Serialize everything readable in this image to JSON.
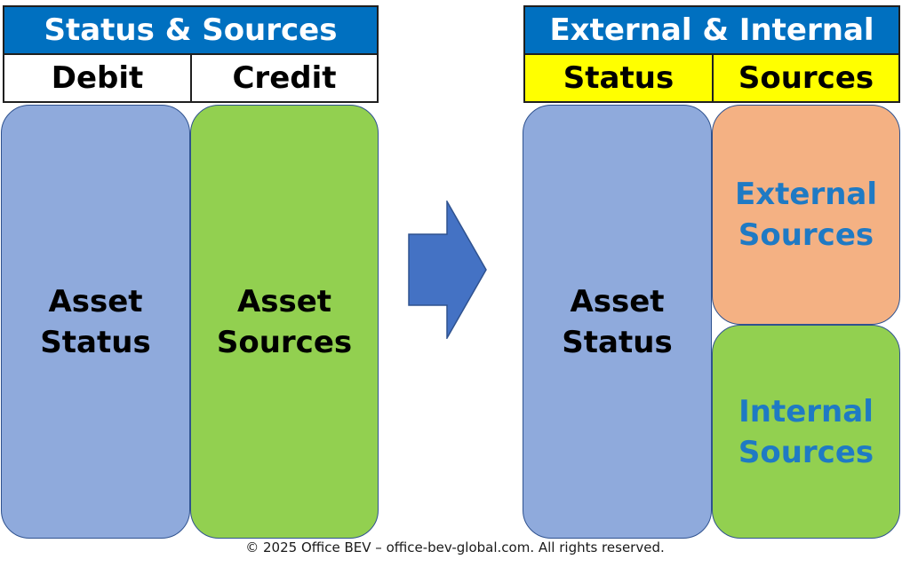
{
  "left_panel": {
    "title": "Status & Sources",
    "debit_label": "Debit",
    "credit_label": "Credit",
    "asset_status": [
      "Asset",
      "Status"
    ],
    "asset_sources": [
      "Asset",
      "Sources"
    ]
  },
  "right_panel": {
    "title": "External & Internal",
    "status_label": "Status",
    "sources_label": "Sources",
    "asset_status": [
      "Asset",
      "Status"
    ],
    "external_sources": [
      "External",
      "Sources"
    ],
    "internal_sources": [
      "Internal",
      "Sources"
    ]
  },
  "arrow": {
    "icon": "right-arrow-icon",
    "color": "#4472c4"
  },
  "colors": {
    "header_blue": "#0070c0",
    "header_yellow": "#ffff00",
    "status_block": "#8faadc",
    "green_block": "#92d050",
    "orange_block": "#f4b183",
    "accent_text": "#1f7ac4"
  },
  "footer": {
    "copyright": "© 2025 Office BEV – office-bev-global.com. All rights reserved."
  }
}
